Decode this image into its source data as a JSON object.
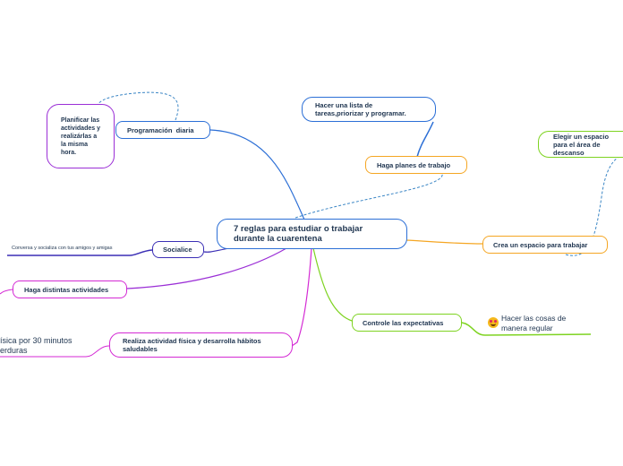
{
  "central": {
    "label": "7 reglas para estudiar o trabajar durante la cuarentena"
  },
  "branches": {
    "programacion": {
      "label": "Programación  diaria"
    },
    "planificar": {
      "label": "Planificar las actividades y realizárlas a la misma hora."
    },
    "socialice": {
      "label": "Socialice"
    },
    "conversa": {
      "label": "Conversa y socializa con tus amigos y amigas"
    },
    "actividades": {
      "label": "Haga distintas actividades"
    },
    "actividad_fisica": {
      "label": "Realiza actividad física y desarrolla hábitos saludables"
    },
    "fisica_sub": {
      "line1": "ísica por 30 minutos",
      "line2": "erduras"
    },
    "lista": {
      "label": "Hacer una lista de tareas,priorizar y programar."
    },
    "planes": {
      "label": "Haga planes de trabajo"
    },
    "espacio": {
      "label": "Crea un espacio para trabajar"
    },
    "elegir": {
      "label": "Elegir un espacio para el área de descanso"
    },
    "expectativas": {
      "label": "Controle las expectativas"
    },
    "cosas": {
      "label": "Hacer las cosas de manera regular"
    }
  },
  "colors": {
    "blue": "#2c6fd6",
    "orange": "#f5a623",
    "purple": "#7a1fa2",
    "indigo": "#3b2fb5",
    "magenta": "#d42ad4",
    "green": "#7ed321",
    "teal_dashed": "#3b86c5"
  },
  "icons": {
    "cosas_icon": "smiling-face-heart-eyes-icon"
  }
}
